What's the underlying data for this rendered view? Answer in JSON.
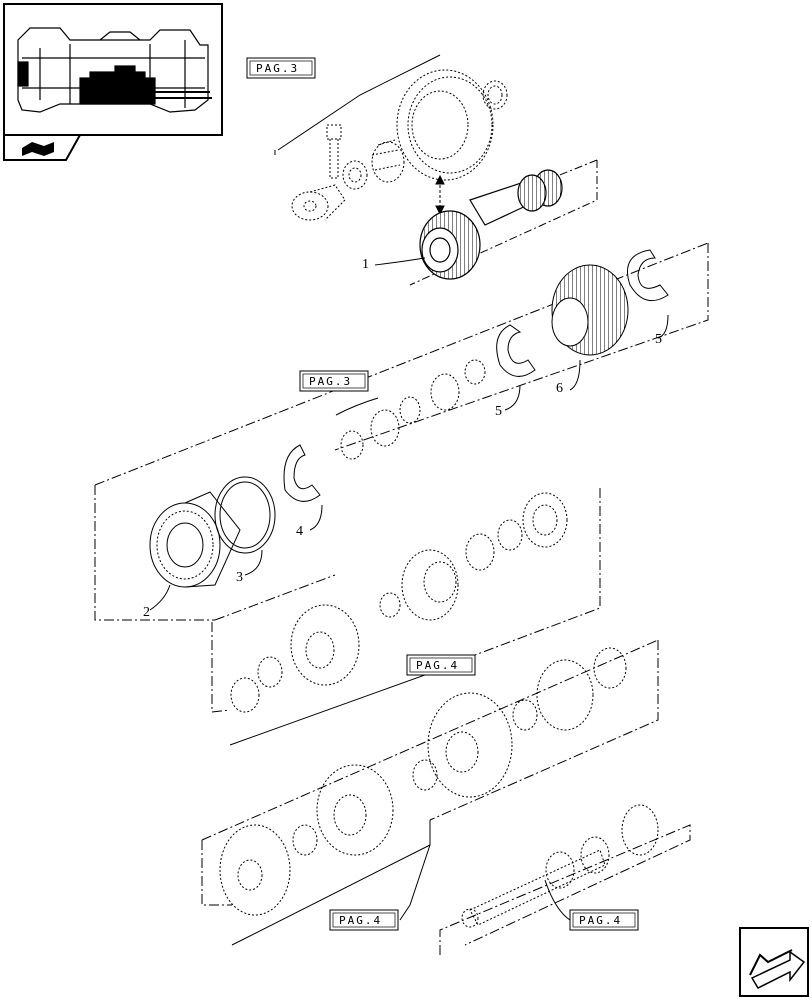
{
  "diagram": {
    "page_references": [
      {
        "id": "pag3-top",
        "text": "PAG.3"
      },
      {
        "id": "pag3-mid",
        "text": "PAG.3"
      },
      {
        "id": "pag4-mid",
        "text": "PAG.4"
      },
      {
        "id": "pag4-bottom-left",
        "text": "PAG.4"
      },
      {
        "id": "pag4-bottom-right",
        "text": "PAG.4"
      }
    ],
    "callouts": [
      {
        "id": "c1",
        "text": "1"
      },
      {
        "id": "c2",
        "text": "2"
      },
      {
        "id": "c3",
        "text": "3"
      },
      {
        "id": "c4",
        "text": "4"
      },
      {
        "id": "c5a",
        "text": "5"
      },
      {
        "id": "c5b",
        "text": "5"
      },
      {
        "id": "c6",
        "text": "6"
      }
    ],
    "icons": {
      "thumbnail": "gearbox-section-thumbnail-icon",
      "book": "book-reference-icon",
      "next_page": "next-page-arrow-icon"
    }
  }
}
